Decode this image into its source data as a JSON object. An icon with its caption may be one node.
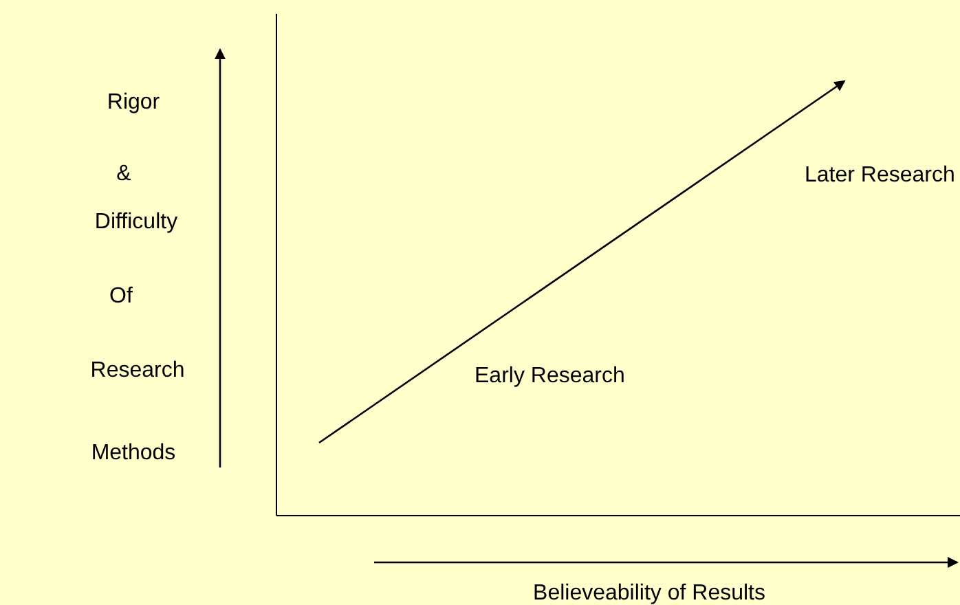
{
  "diagram": {
    "labels": [
      "Rigor",
      "&",
      "Difficulty",
      "Of",
      "Research",
      "Methods",
      "Later Research",
      "Early Research",
      "Believeability of Results"
    ]
  }
}
